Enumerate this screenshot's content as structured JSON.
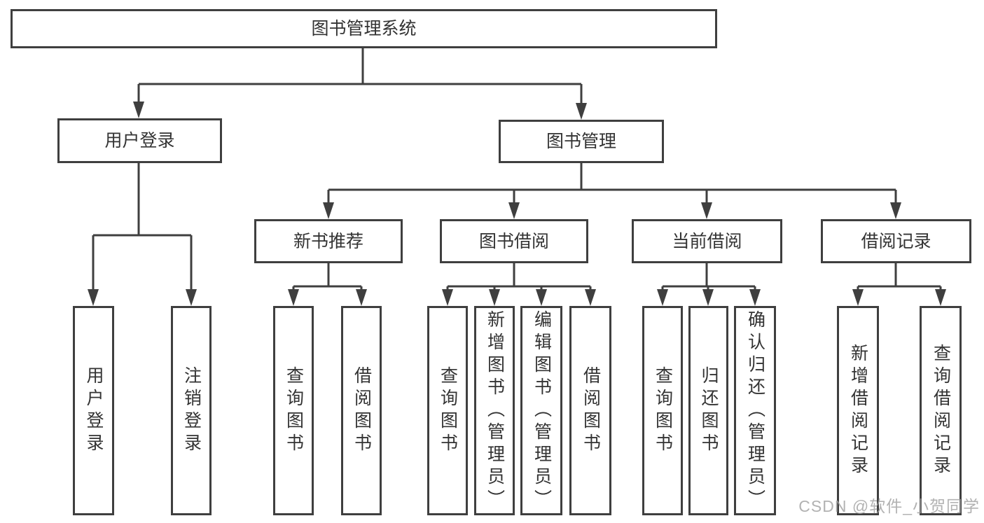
{
  "diagram": {
    "title": "图书管理系统",
    "root": {
      "label": "图书管理系统"
    },
    "level2": [
      {
        "id": "user-login",
        "label": "用户登录"
      },
      {
        "id": "book-management",
        "label": "图书管理"
      }
    ],
    "level3": [
      {
        "id": "new-book-recommend",
        "label": "新书推荐",
        "parent": "book-management"
      },
      {
        "id": "book-borrowing",
        "label": "图书借阅",
        "parent": "book-management"
      },
      {
        "id": "current-borrowing",
        "label": "当前借阅",
        "parent": "book-management"
      },
      {
        "id": "borrowing-records",
        "label": "借阅记录",
        "parent": "book-management"
      }
    ],
    "leaves": [
      {
        "id": "user-login-leaf",
        "label": "用户登录",
        "parent": "user-login"
      },
      {
        "id": "logout-leaf",
        "label": "注销登录",
        "parent": "user-login"
      },
      {
        "id": "rec-query-books",
        "label": "查询图书",
        "parent": "new-book-recommend"
      },
      {
        "id": "rec-borrow-books",
        "label": "借阅图书",
        "parent": "new-book-recommend"
      },
      {
        "id": "bb-query-books",
        "label": "查询图书",
        "parent": "book-borrowing"
      },
      {
        "id": "bb-add-books",
        "label": "新增图书（管理员）",
        "parent": "book-borrowing"
      },
      {
        "id": "bb-edit-books",
        "label": "编辑图书（管理员）",
        "parent": "book-borrowing"
      },
      {
        "id": "bb-borrow-books",
        "label": "借阅图书",
        "parent": "book-borrowing"
      },
      {
        "id": "cb-query-books",
        "label": "查询图书",
        "parent": "current-borrowing"
      },
      {
        "id": "cb-return-books",
        "label": "归还图书",
        "parent": "current-borrowing"
      },
      {
        "id": "cb-confirm-return",
        "label": "确认归还（管理员）",
        "parent": "current-borrowing"
      },
      {
        "id": "br-add-record",
        "label": "新增借阅记录",
        "parent": "borrowing-records"
      },
      {
        "id": "br-query-record",
        "label": "查询借阅记录",
        "parent": "borrowing-records"
      }
    ],
    "watermark": "CSDN @软件_小贺同学",
    "colors": {
      "line": "#3f3f3f",
      "border": "#3f3f3f",
      "text": "#333333",
      "background": "#ffffff",
      "watermark": "#9f9f9f"
    }
  }
}
